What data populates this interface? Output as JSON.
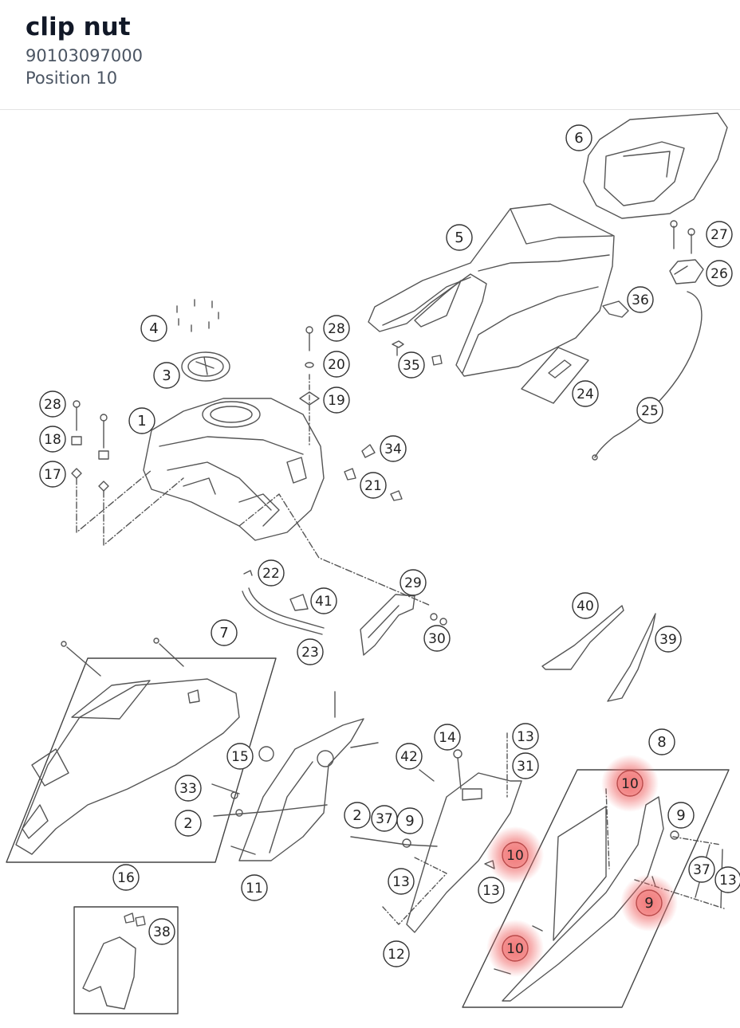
{
  "header": {
    "title": "clip nut",
    "part_number": "90103097000",
    "position_label": "Position 10"
  },
  "diagram": {
    "highlight_color": "#f06a6a",
    "line_color": "#555555",
    "callouts": [
      {
        "id": "c6",
        "label": "6"
      },
      {
        "id": "c5",
        "label": "5"
      },
      {
        "id": "c27",
        "label": "27"
      },
      {
        "id": "c26",
        "label": "26"
      },
      {
        "id": "c36",
        "label": "36"
      },
      {
        "id": "c4",
        "label": "4"
      },
      {
        "id": "c28a",
        "label": "28"
      },
      {
        "id": "c20",
        "label": "20"
      },
      {
        "id": "c35",
        "label": "35"
      },
      {
        "id": "c3",
        "label": "3"
      },
      {
        "id": "c19",
        "label": "19"
      },
      {
        "id": "c24",
        "label": "24"
      },
      {
        "id": "c28b",
        "label": "28"
      },
      {
        "id": "c1",
        "label": "1"
      },
      {
        "id": "c25",
        "label": "25"
      },
      {
        "id": "c18",
        "label": "18"
      },
      {
        "id": "c34",
        "label": "34"
      },
      {
        "id": "c17",
        "label": "17"
      },
      {
        "id": "c21",
        "label": "21"
      },
      {
        "id": "c22",
        "label": "22"
      },
      {
        "id": "c29",
        "label": "29"
      },
      {
        "id": "c41",
        "label": "41"
      },
      {
        "id": "c40",
        "label": "40"
      },
      {
        "id": "c7",
        "label": "7"
      },
      {
        "id": "c30",
        "label": "30"
      },
      {
        "id": "c39",
        "label": "39"
      },
      {
        "id": "c23",
        "label": "23"
      },
      {
        "id": "c14",
        "label": "14"
      },
      {
        "id": "c13a",
        "label": "13"
      },
      {
        "id": "c8",
        "label": "8"
      },
      {
        "id": "c15",
        "label": "15"
      },
      {
        "id": "c42",
        "label": "42"
      },
      {
        "id": "c31",
        "label": "31"
      },
      {
        "id": "c10a",
        "label": "10",
        "highlight": true
      },
      {
        "id": "c33",
        "label": "33"
      },
      {
        "id": "c2a",
        "label": "2"
      },
      {
        "id": "c2b",
        "label": "2"
      },
      {
        "id": "c37a",
        "label": "37"
      },
      {
        "id": "c9a",
        "label": "9"
      },
      {
        "id": "c9b",
        "label": "9"
      },
      {
        "id": "c10b",
        "label": "10",
        "highlight": true
      },
      {
        "id": "c37b",
        "label": "37"
      },
      {
        "id": "c13b",
        "label": "13"
      },
      {
        "id": "c11",
        "label": "11"
      },
      {
        "id": "c13c",
        "label": "13"
      },
      {
        "id": "c13d",
        "label": "13"
      },
      {
        "id": "c9c",
        "label": "9",
        "highlight": true
      },
      {
        "id": "c16",
        "label": "16"
      },
      {
        "id": "c38",
        "label": "38"
      },
      {
        "id": "c12",
        "label": "12"
      },
      {
        "id": "c10c",
        "label": "10",
        "highlight": true
      }
    ]
  }
}
